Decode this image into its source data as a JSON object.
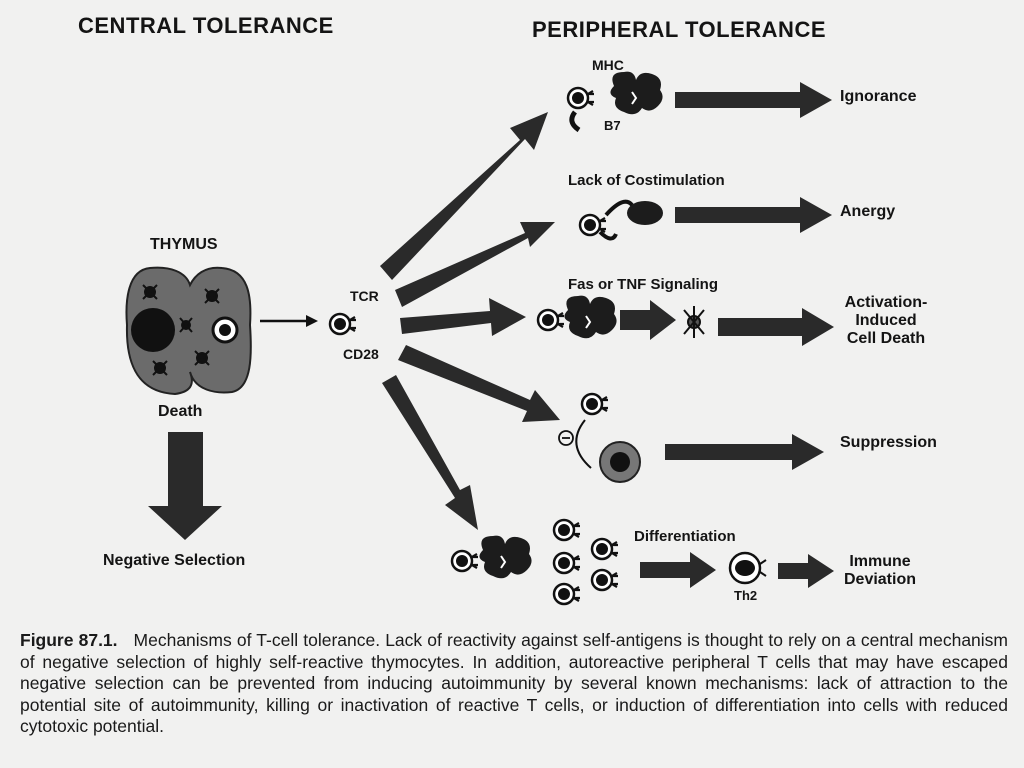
{
  "headings": {
    "central": "CENTRAL TOLERANCE",
    "peripheral": "PERIPHERAL TOLERANCE"
  },
  "central": {
    "thymus": "THYMUS",
    "death": "Death",
    "negative_selection": "Negative Selection"
  },
  "tcell": {
    "tcr": "TCR",
    "cd28": "CD28"
  },
  "paths": [
    {
      "mechanism": "MHC",
      "sub": "B7",
      "outcome": "Ignorance"
    },
    {
      "mechanism": "Lack of Costimulation",
      "outcome": "Anergy"
    },
    {
      "mechanism": "Fas or TNF Signaling",
      "outcome": [
        "Activation-",
        "Induced",
        "Cell Death"
      ]
    },
    {
      "mechanism": "⊖",
      "outcome": "Suppression"
    },
    {
      "mechanism": "Differentiation",
      "sub": "Th2",
      "outcome": [
        "Immune",
        "Deviation"
      ]
    }
  ],
  "caption": {
    "figure_label": "Figure 87.1.",
    "text": "Mechanisms of T-cell tolerance. Lack of reactivity against self-antigens is thought to rely on a central mechanism of negative selection of highly self-reactive thymocytes. In addition, autoreactive peripheral T cells that may have escaped negative selection can be prevented from inducing autoimmunity by several known mechanisms: lack of attraction to the potential site of autoimmunity, killing or inactivation of reactive T cells, or induction of differentiation into cells with reduced cytotoxic potential."
  },
  "colors": {
    "ink": "#141414",
    "paper": "#f1f1f0",
    "arrow_fill": "#2a2a2a",
    "thymus_fill": "#6b6b6b"
  }
}
